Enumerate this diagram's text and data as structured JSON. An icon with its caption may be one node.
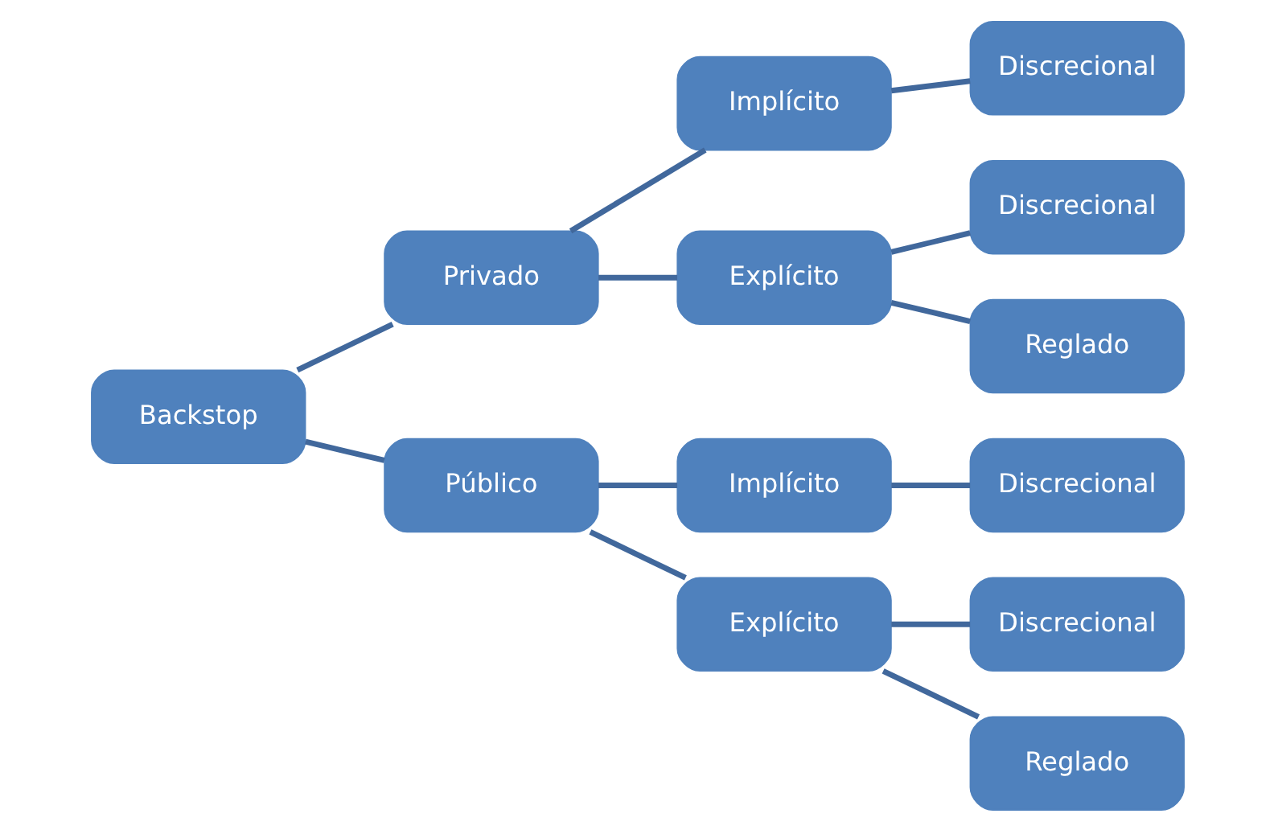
{
  "diagram": {
    "nodes": [
      {
        "text": [
          "Backstop"
        ]
      },
      {
        "text": [
          "Privado"
        ]
      },
      {
        "text": [
          "Implícito"
        ]
      },
      {
        "text": [
          "Discrecional"
        ]
      },
      {
        "text": [
          "Explícito"
        ]
      },
      {
        "text": [
          "Discrecional"
        ]
      },
      {
        "text": [
          "Reglado"
        ]
      },
      {
        "text": [
          "Público"
        ]
      },
      {
        "text": [
          "Implícito"
        ]
      },
      {
        "text": [
          "Discrecional"
        ]
      },
      {
        "text": [
          "Explícito"
        ]
      },
      {
        "text": [
          "Discrecional"
        ]
      },
      {
        "text": [
          "Reglado"
        ]
      }
    ],
    "edges": [
      {
        "from": 0,
        "to": 1,
        "arrow": "none"
      },
      {
        "from": 0,
        "to": 7,
        "arrow": "none"
      },
      {
        "from": 1,
        "to": 2,
        "arrow": "none"
      },
      {
        "from": 1,
        "to": 4,
        "arrow": "none"
      },
      {
        "from": 2,
        "to": 3,
        "arrow": "none"
      },
      {
        "from": 4,
        "to": 5,
        "arrow": "none"
      },
      {
        "from": 4,
        "to": 6,
        "arrow": "none"
      },
      {
        "from": 7,
        "to": 8,
        "arrow": "none"
      },
      {
        "from": 7,
        "to": 10,
        "arrow": "none"
      },
      {
        "from": 8,
        "to": 9,
        "arrow": "none"
      },
      {
        "from": 10,
        "to": 11,
        "arrow": "none"
      },
      {
        "from": 10,
        "to": 12,
        "arrow": "none"
      }
    ]
  }
}
